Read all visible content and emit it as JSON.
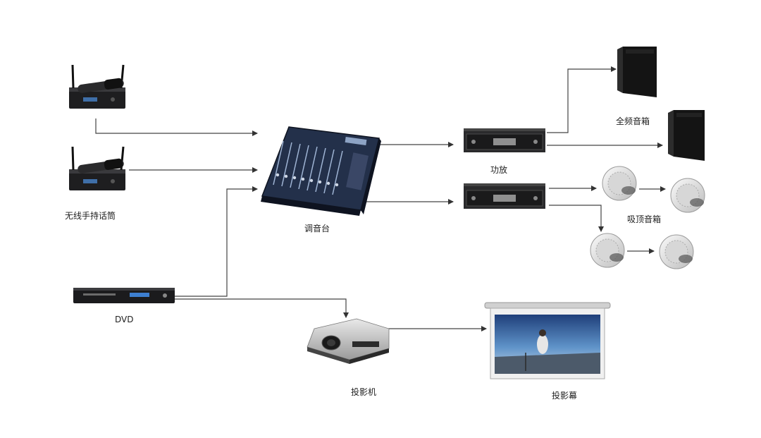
{
  "labels": {
    "wireless_mic": "无线手持话筒",
    "mixer": "调音台",
    "amplifier": "功放",
    "full_range_speaker": "全频音箱",
    "ceiling_speaker": "吸顶音箱",
    "dvd": "DVD",
    "projector": "投影机",
    "projection_screen": "投影幕"
  },
  "colors": {
    "line": "#444444",
    "device_dark": "#1c1c1e",
    "mixer_blue": "#27324a",
    "speaker_white": "#e9e9e9",
    "screen_sky": "#3b6fb0"
  }
}
